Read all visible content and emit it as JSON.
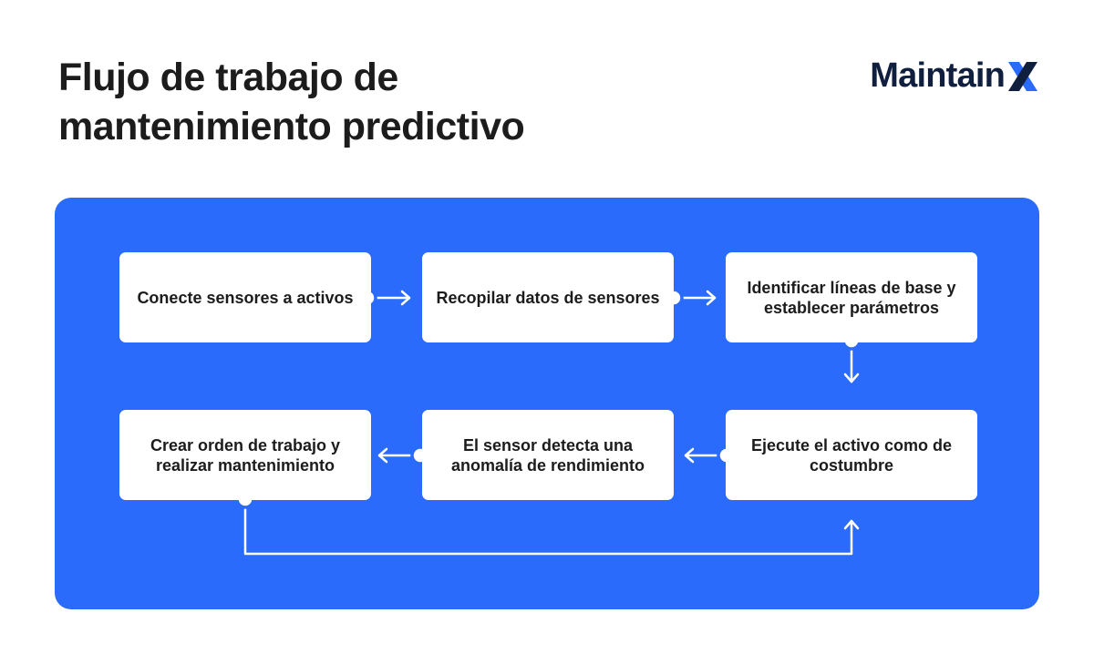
{
  "title": "Flujo de trabajo de mantenimiento predictivo",
  "logo": {
    "text": "Maintain",
    "icon": "x-logo-icon"
  },
  "colors": {
    "panel": "#2a6bfb",
    "box": "#ffffff",
    "connector": "#ffffff",
    "title": "#1c1c1c",
    "logo": "#0f1f3d"
  },
  "steps": [
    {
      "label": "Conecte sensores a activos"
    },
    {
      "label": "Recopilar datos de sensores"
    },
    {
      "label": "Identificar líneas de base y establecer parámetros"
    },
    {
      "label": "Ejecute el activo como de costumbre"
    },
    {
      "label": "El sensor detecta una anomalía de rendimiento"
    },
    {
      "label": "Crear orden de trabajo y realizar mantenimiento"
    }
  ]
}
